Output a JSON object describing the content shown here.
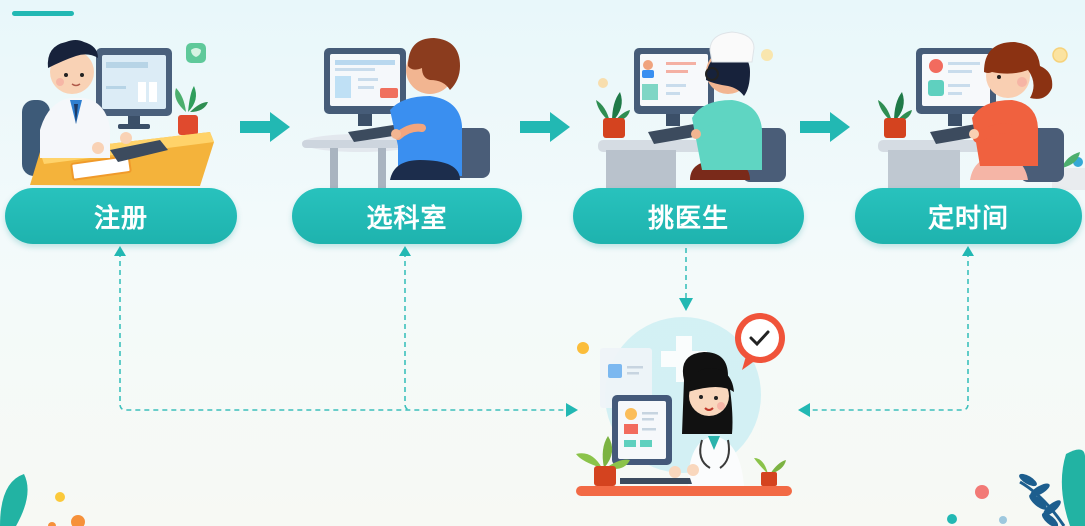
{
  "diagram": {
    "type": "process-flow",
    "accent_color": "#22b8b3",
    "steps": [
      {
        "label": "注册",
        "illustration": "doctor-at-desk-registering"
      },
      {
        "label": "选科室",
        "illustration": "patient-choosing-department"
      },
      {
        "label": "挑医生",
        "illustration": "user-selecting-doctor-profile"
      },
      {
        "label": "定时间",
        "illustration": "woman-scheduling-time"
      }
    ],
    "flow_arrows": [
      "arrow-1-2",
      "arrow-2-3",
      "arrow-3-4"
    ],
    "center_node": {
      "illustration": "doctor-with-computer-and-clock",
      "icons": [
        "medical-cross-icon",
        "clock-check-icon"
      ]
    },
    "connections": [
      {
        "from": "center",
        "to": "注册",
        "style": "dashed"
      },
      {
        "from": "center",
        "to": "选科室",
        "style": "dashed"
      },
      {
        "from": "挑医生",
        "to": "center",
        "style": "dashed"
      },
      {
        "from": "center",
        "to": "定时间",
        "style": "dashed"
      }
    ],
    "colors": {
      "pill": "#1fb6b1",
      "arrow": "#22b8b3",
      "dashed_line": "#3cc0bc",
      "desk_orange": "#f4b33b",
      "plant_pot": "#d9432a",
      "monitor": "#3e5470"
    }
  }
}
